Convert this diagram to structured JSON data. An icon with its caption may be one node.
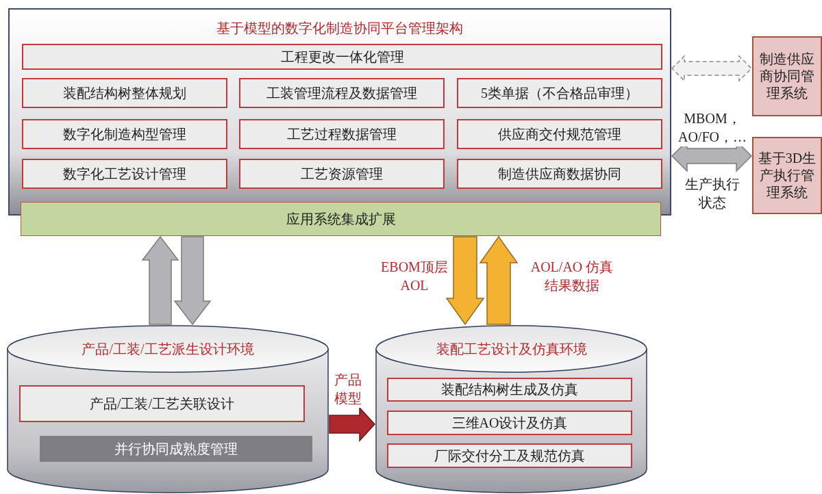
{
  "diagram": {
    "nodes": [
      {
        "text": [
          "基于模型的数字化制造协同平台管理架构"
        ]
      },
      {
        "text": [
          "工程更改一体化管理"
        ],
        "in": 0
      },
      {
        "text": [
          "装配结构树整体规划"
        ],
        "in": 0
      },
      {
        "text": [
          "工装管理流程及数据管理"
        ],
        "in": 0
      },
      {
        "text": [
          "5类单据（不合格品审理）"
        ],
        "in": 0
      },
      {
        "text": [
          "数字化制造构型管理"
        ],
        "in": 0
      },
      {
        "text": [
          "工艺过程数据管理"
        ],
        "in": 0
      },
      {
        "text": [
          "供应商交付规范管理"
        ],
        "in": 0
      },
      {
        "text": [
          "数字化工艺设计管理"
        ],
        "in": 0
      },
      {
        "text": [
          "工艺资源管理"
        ],
        "in": 0
      },
      {
        "text": [
          "制造供应商数据协同"
        ],
        "in": 0
      },
      {
        "text": [
          "应用系统集成扩展"
        ]
      },
      {
        "text": [
          "制造供应商协同管理系统"
        ]
      },
      {
        "text": [
          "基于3D生产执行管理系统"
        ]
      },
      {
        "text": [
          "产品/工装/工艺派生设计环境"
        ]
      },
      {
        "text": [
          "产品/工装/工艺关联设计"
        ],
        "in": 14
      },
      {
        "text": [
          "并行协同成熟度管理"
        ],
        "in": 14
      },
      {
        "text": [
          "装配工艺设计及仿真环境"
        ]
      },
      {
        "text": [
          "装配结构树生成及仿真"
        ],
        "in": 17
      },
      {
        "text": [
          "三维AO设计及仿真"
        ],
        "in": 17
      },
      {
        "text": [
          "厂际交付分工及规范仿真"
        ],
        "in": 17
      }
    ],
    "edges": [
      {
        "from": 0,
        "to": 12,
        "arrow": "both",
        "style": "dashed"
      },
      {
        "from": 0,
        "to": 13,
        "arrow": "both",
        "label": "MBOM，AO/FO，…"
      },
      {
        "from": 14,
        "to": 11,
        "arrow": "to"
      },
      {
        "from": 11,
        "to": 14,
        "arrow": "to"
      },
      {
        "from": 11,
        "to": 17,
        "arrow": "to",
        "label": "EBOM顶层 AOL",
        "color": "#f4b233"
      },
      {
        "from": 17,
        "to": 11,
        "arrow": "to",
        "label": "AOL/AO 仿真结果数据",
        "color": "#f4b233"
      },
      {
        "from": 14,
        "to": 17,
        "arrow": "to",
        "label": "产品模型",
        "color": "#b0282e"
      }
    ],
    "labels": [
      "生产执行状态"
    ]
  }
}
